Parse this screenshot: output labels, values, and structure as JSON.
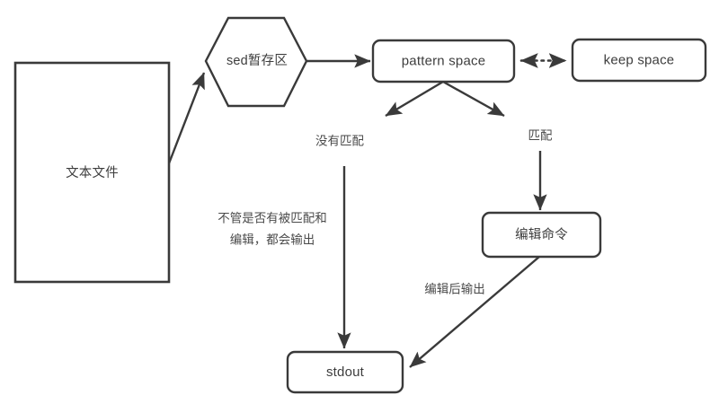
{
  "diagram": {
    "title": "sed processing flow",
    "background_color": "#ffffff",
    "stroke_color": "#3a3a3a",
    "text_color": "#3d3d3d",
    "nodes": [
      {
        "id": "text-file",
        "label": "文本文件",
        "shape": "rectangle"
      },
      {
        "id": "sed-buffer",
        "label": "sed暂存区",
        "shape": "hexagon"
      },
      {
        "id": "pattern-space",
        "label": "pattern space",
        "shape": "rounded-rectangle"
      },
      {
        "id": "keep-space",
        "label": "keep space",
        "shape": "rounded-rectangle"
      },
      {
        "id": "edit-command",
        "label": "编辑命令",
        "shape": "rounded-rectangle"
      },
      {
        "id": "stdout",
        "label": "stdout",
        "shape": "rounded-rectangle"
      }
    ],
    "edge_labels": {
      "no_match": "没有匹配",
      "match": "匹配",
      "always_output_line1": "不管是否有被匹配和",
      "always_output_line2": "编辑，都会输出",
      "output_after_edit": "编辑后输出"
    }
  }
}
